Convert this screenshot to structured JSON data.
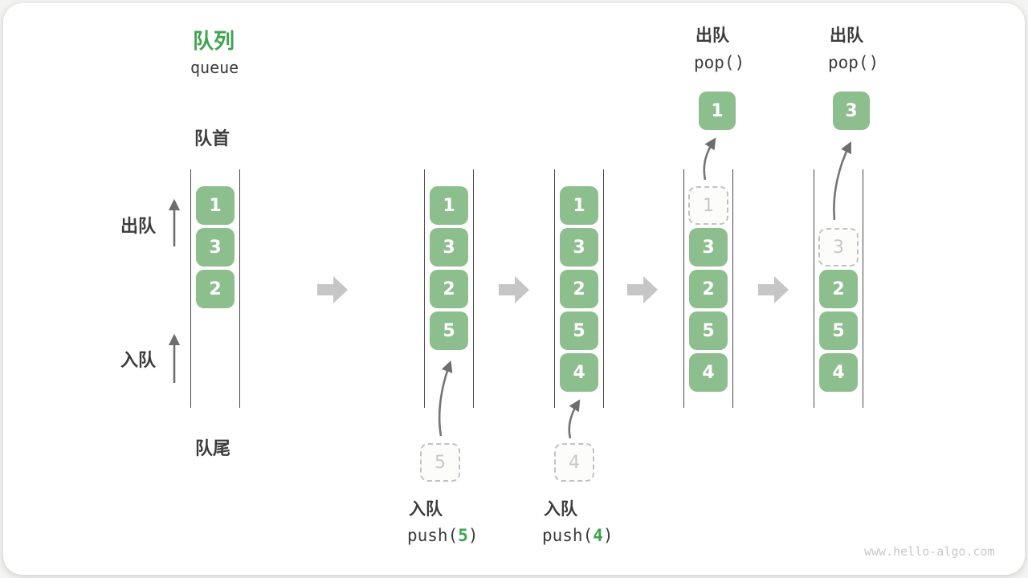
{
  "title": {
    "zh": "队列",
    "en": "queue"
  },
  "side_labels": {
    "front": "队首",
    "rear": "队尾",
    "dequeue": "出队",
    "enqueue": "入队"
  },
  "states": [
    {
      "items": [
        "1",
        "3",
        "2"
      ]
    },
    {
      "items": [
        "1",
        "3",
        "2",
        "5"
      ]
    },
    {
      "items": [
        "1",
        "3",
        "2",
        "5",
        "4"
      ]
    },
    {
      "ghost": "1",
      "items": [
        "3",
        "2",
        "5",
        "4"
      ]
    },
    {
      "ghost": "3",
      "items": [
        "2",
        "5",
        "4"
      ]
    }
  ],
  "staging": {
    "five": "5",
    "four": "4"
  },
  "ops": {
    "push5": {
      "label": "入队",
      "code_pre": "push(",
      "code_arg": "5",
      "code_post": ")"
    },
    "push4": {
      "label": "入队",
      "code_pre": "push(",
      "code_arg": "4",
      "code_post": ")"
    },
    "pop_a": {
      "label": "出队",
      "code": "pop()",
      "result": "1"
    },
    "pop_b": {
      "label": "出队",
      "code": "pop()",
      "result": "3"
    }
  },
  "watermark": "www.hello-algo.com",
  "colors": {
    "box_green": "#8DBE8D",
    "accent_green": "#3FA34F",
    "dark_text": "#3C3C3C",
    "big_arrow_gray": "#C6C6C6",
    "thin_arrow_gray": "#6E6E6E",
    "channel_line": "#4A4A4A",
    "ghost_border": "#C2C2C2",
    "ghost_text": "#C8C8C8",
    "watermark_gray": "#C9C9C9"
  },
  "icons": {
    "big_right_arrow": "state-transition-arrow",
    "thin_up_arrow": "direction-arrow",
    "curved_arrow": "operation-flow-arrow"
  }
}
